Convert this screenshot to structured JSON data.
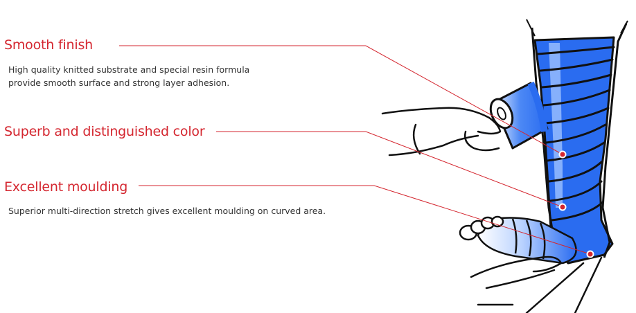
{
  "features": [
    {
      "title": "Smooth finish",
      "description_lines": [
        "High quality knitted substrate and special resin formula",
        "provide smooth surface and strong layer adhesion."
      ]
    },
    {
      "title": "Superb and distinguished color",
      "description_lines": []
    },
    {
      "title": "Excellent moulding",
      "description_lines": [
        "Superior multi-direction stretch gives excellent moulding on curved area."
      ]
    }
  ],
  "colors": {
    "title": "#d4262f",
    "leader_line": "#d4262f",
    "cast_blue": "#2a6cf0",
    "cast_light": "#9ec2ff",
    "outline": "#111111"
  },
  "illustration": {
    "name": "hand applying blue casting tape to lower leg"
  }
}
